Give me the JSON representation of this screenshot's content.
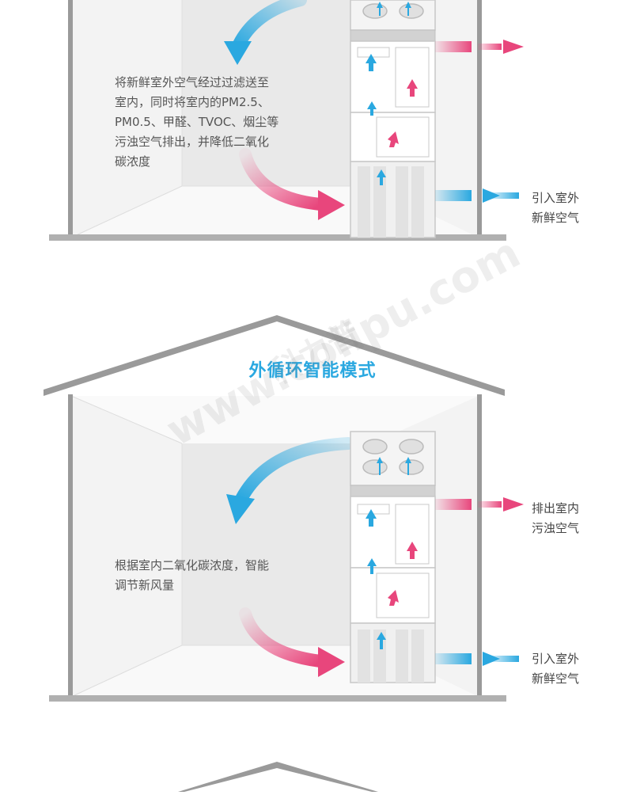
{
  "colors": {
    "fresh_air_blue": "#2aa8e0",
    "exhaust_pink": "#e8467c",
    "title_blue": "#2aa8e0",
    "wall_gray": "#9a9a9a",
    "floor_gray": "#b0b0b0"
  },
  "panel1": {
    "description": "将新鲜室外空气经过过滤送至\n室内，同时将室内的PM2.5、\nPM0.5、甲醛、TVOC、烟尘等\n污浊空气排出，并降低二氧化\n碳浓度",
    "intake_label": "引入室外\n新鲜空气"
  },
  "panel2": {
    "title": "外循环智能模式",
    "description": "根据室内二氧化碳浓度，智能\n调节新风量",
    "exhaust_label": "排出室内\n污浊空气",
    "intake_label": "引入室外\n新鲜空气"
  },
  "watermark": {
    "latin": "www.colipu.com",
    "cn": "科力普"
  }
}
